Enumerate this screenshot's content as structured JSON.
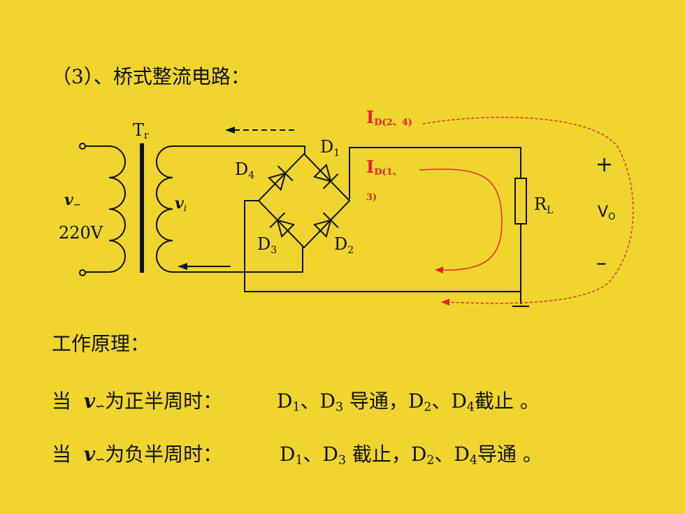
{
  "title": "（3）、桥式整流电路：",
  "diagram": {
    "transformer_label": "T",
    "transformer_label_sub": "r",
    "source_symbol": "v",
    "source_symbol_sub": "∽",
    "source_voltage": "220V",
    "secondary_symbol": "v",
    "secondary_symbol_sub": "i",
    "d1": {
      "name": "D",
      "sub": "1"
    },
    "d2": {
      "name": "D",
      "sub": "2"
    },
    "d3": {
      "name": "D",
      "sub": "3"
    },
    "d4": {
      "name": "D",
      "sub": "4"
    },
    "load": {
      "name": "R",
      "sub": "L"
    },
    "output": {
      "name": "V",
      "sub": "O"
    },
    "plus": "+",
    "minus": "–",
    "current_24": {
      "name": "I",
      "sub": "D(2、4)"
    },
    "current_13_a": {
      "name": "I",
      "sub": "D(1、"
    },
    "current_13_b": "3)",
    "red": "#E8202A"
  },
  "principle_label": "工作原理：",
  "positive": {
    "prefix": "当",
    "sym": "v",
    "sym_sub": "∽",
    "condition": "为正半周时：",
    "d_a": "D",
    "d_a_sub": "1",
    "sep1": "、",
    "d_b": "D",
    "d_b_sub": "3",
    "state1": "导通，",
    "d_c": "D",
    "d_c_sub": "2",
    "sep2": "、",
    "d_d": "D",
    "d_d_sub": "4",
    "state2": "截止 。"
  },
  "negative": {
    "prefix": "当",
    "sym": "v",
    "sym_sub": "∽",
    "condition": "为负半周时：",
    "d_a": "D",
    "d_a_sub": "1",
    "sep1": "、",
    "d_b": "D",
    "d_b_sub": "3",
    "state1": "截止，",
    "d_c": "D",
    "d_c_sub": "2",
    "sep2": "、",
    "d_d": "D",
    "d_d_sub": "4",
    "state2": "导通 。"
  }
}
